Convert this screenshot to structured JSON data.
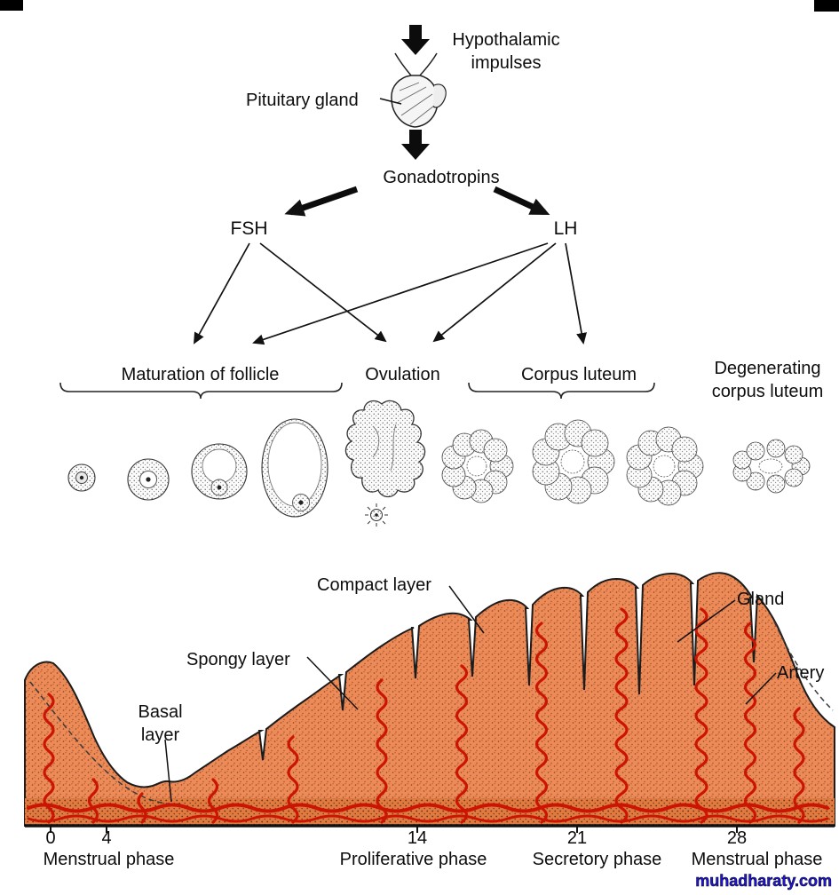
{
  "flowchart": {
    "hypothalamic_line1": "Hypothalamic",
    "hypothalamic_line2": "impulses",
    "pituitary_label": "Pituitary gland",
    "gonadotropins_label": "Gonadotropins",
    "fsh_label": "FSH",
    "lh_label": "LH"
  },
  "ovarian_row": {
    "maturation_label": "Maturation of follicle",
    "ovulation_label": "Ovulation",
    "corpus_luteum_label": "Corpus luteum",
    "degenerating_line1": "Degenerating",
    "degenerating_line2": "corpus luteum"
  },
  "endometrium_labels": {
    "compact_layer": "Compact layer",
    "spongy_layer": "Spongy layer",
    "basal_line1": "Basal",
    "basal_line2": "layer",
    "gland": "Gland",
    "artery": "Artery"
  },
  "timeline": {
    "ticks": [
      "0",
      "4",
      "14",
      "21",
      "28"
    ],
    "phases": [
      "Menstrual phase",
      "Proliferative phase",
      "Secretory phase",
      "Menstrual phase"
    ]
  },
  "watermark": "muhadharaty.com",
  "colors": {
    "endometrium_fill": "#ec8a58",
    "basal_fill": "#df7a40",
    "artery_red": "#cc1403",
    "watermark_blue": "#1f16d6"
  }
}
